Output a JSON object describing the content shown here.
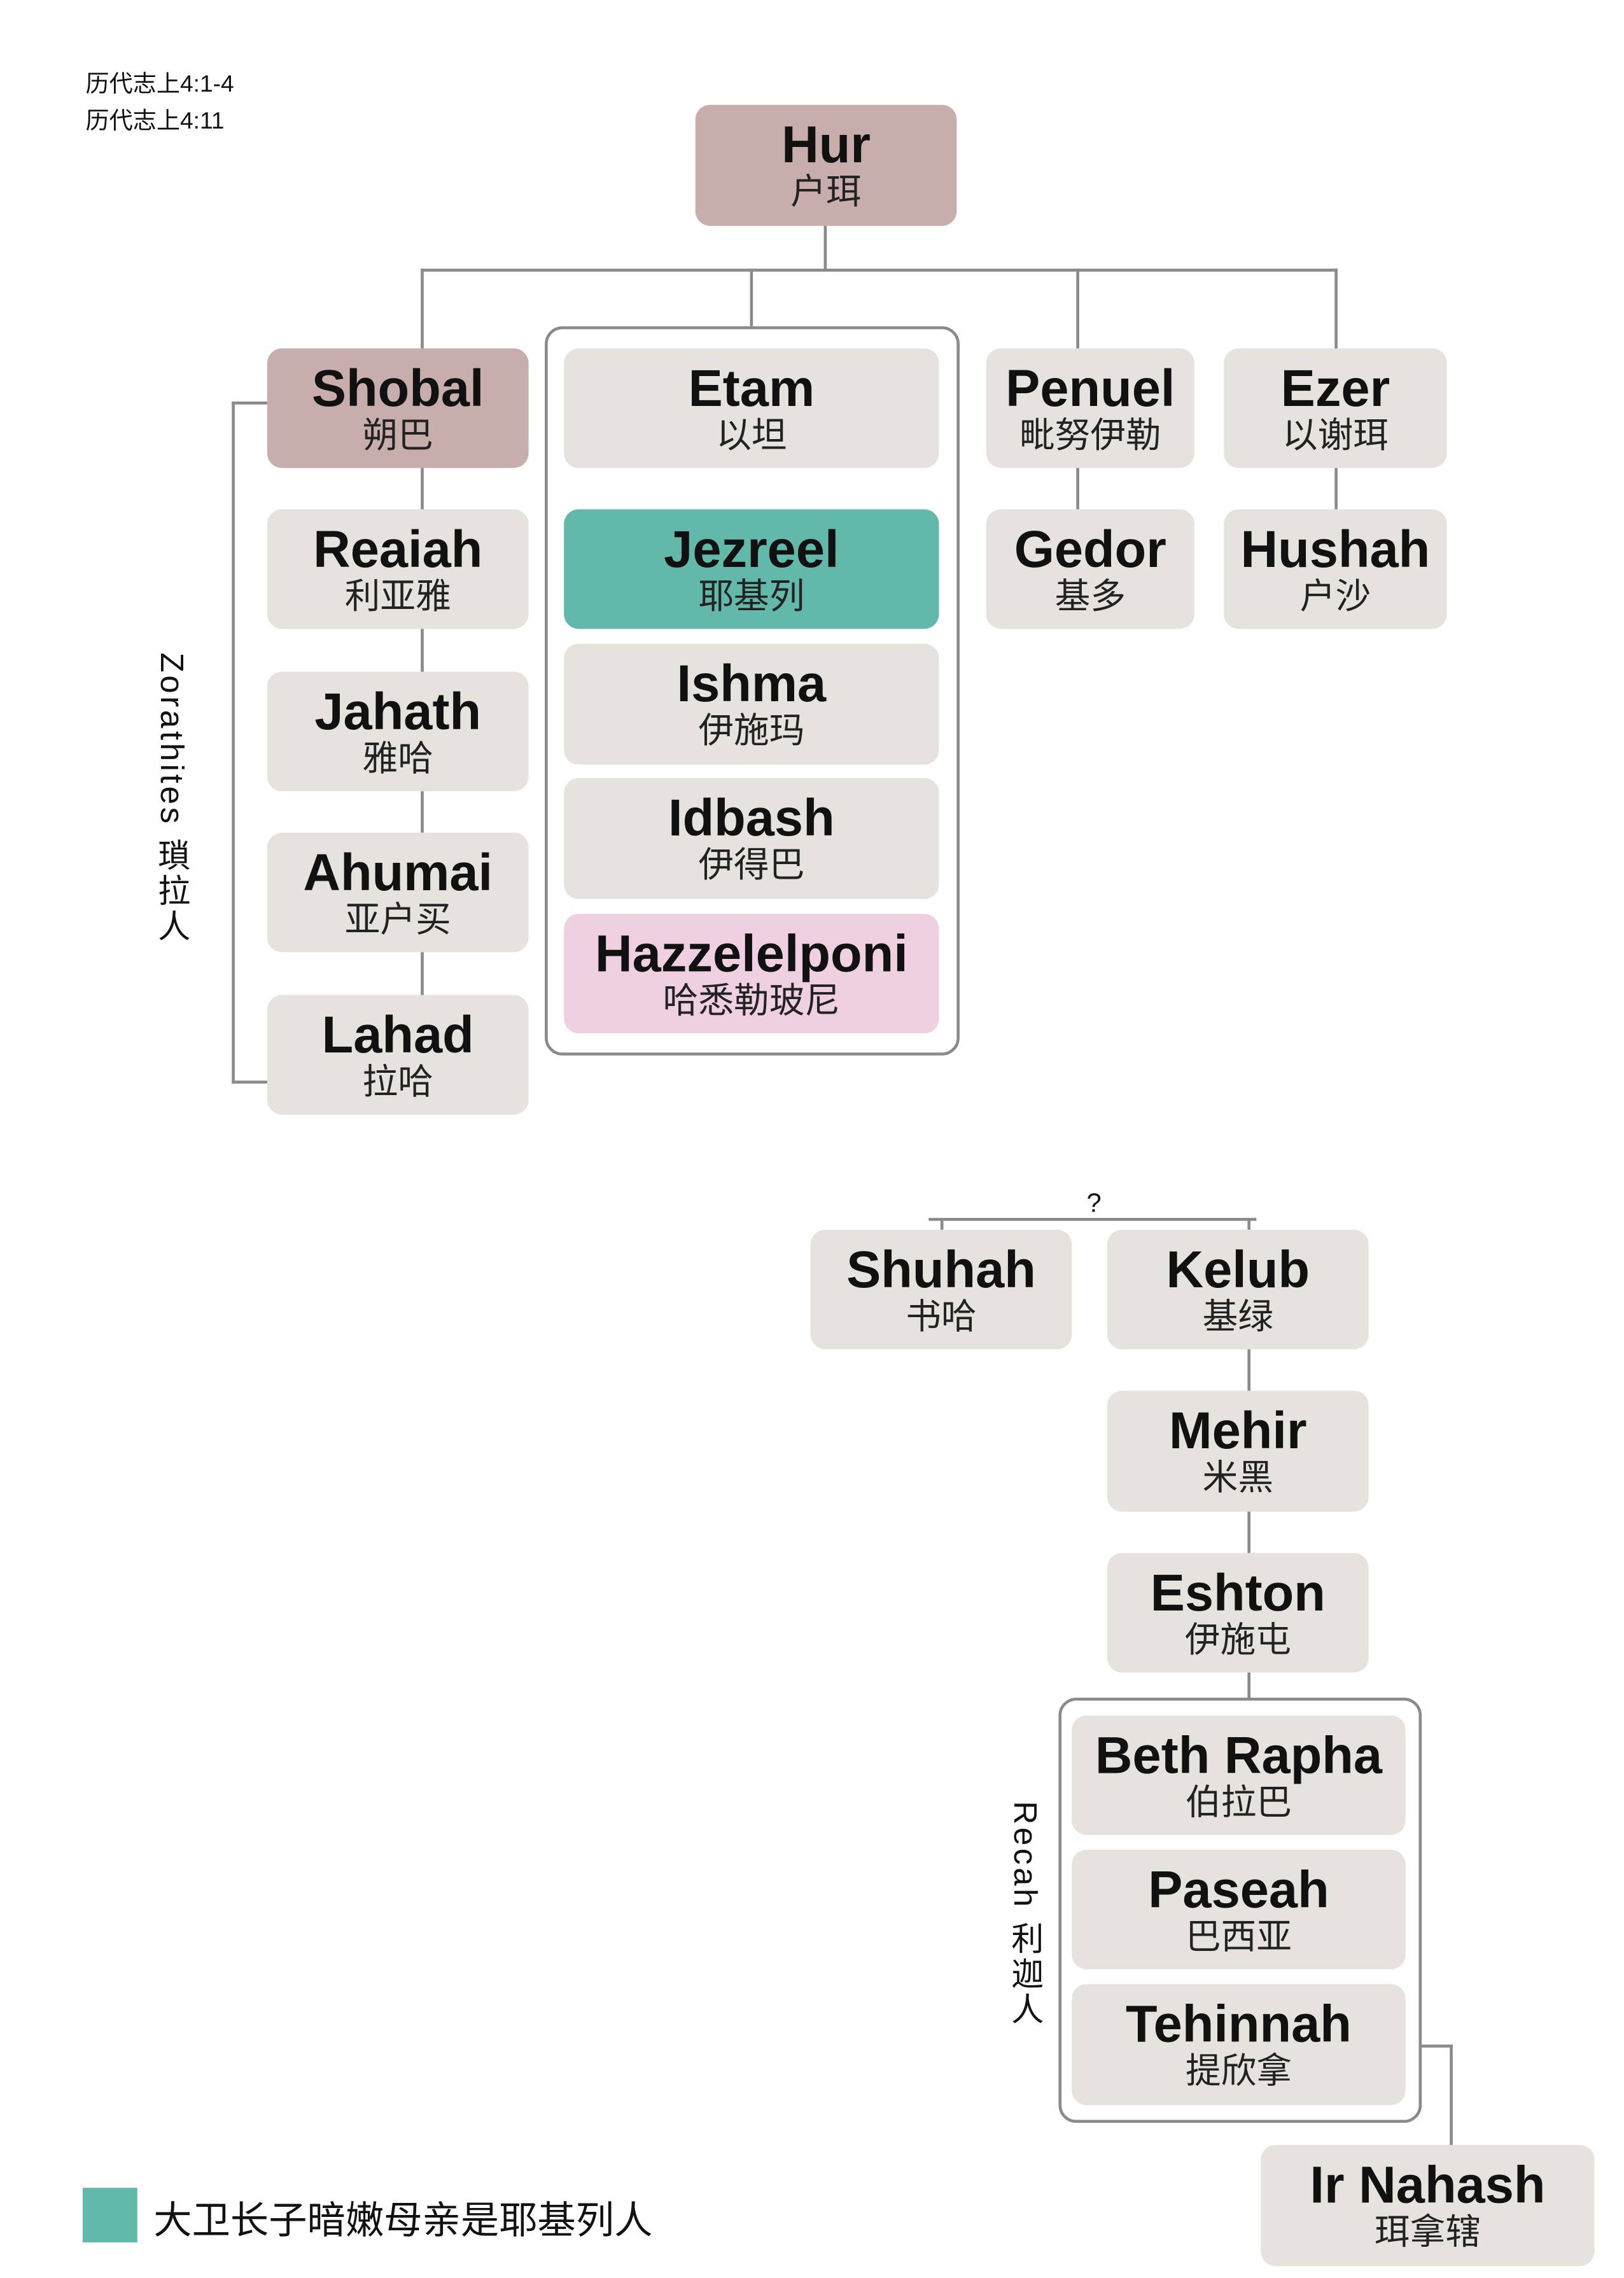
{
  "references": [
    "历代志上4:1-4",
    "历代志上4:11"
  ],
  "colors": {
    "root": "#c8adad",
    "default": "#e6e3df",
    "jezreel": "#62b8a9",
    "female": "#efd0e0",
    "line": "#8a8a8a"
  },
  "nodes": {
    "hur": {
      "en": "Hur",
      "zh": "户珥"
    },
    "shobal": {
      "en": "Shobal",
      "zh": "朔巴"
    },
    "reaiah": {
      "en": "Reaiah",
      "zh": "利亚雅"
    },
    "jahath": {
      "en": "Jahath",
      "zh": "雅哈"
    },
    "ahumai": {
      "en": "Ahumai",
      "zh": "亚户买"
    },
    "lahad": {
      "en": "Lahad",
      "zh": "拉哈"
    },
    "etam": {
      "en": "Etam",
      "zh": "以坦"
    },
    "jezreel": {
      "en": "Jezreel",
      "zh": "耶基列"
    },
    "ishma": {
      "en": "Ishma",
      "zh": "伊施玛"
    },
    "idbash": {
      "en": "Idbash",
      "zh": "伊得巴"
    },
    "hazzelelponi": {
      "en": "Hazzelelponi",
      "zh": "哈悉勒玻尼"
    },
    "penuel": {
      "en": "Penuel",
      "zh": "毗努伊勒"
    },
    "gedor": {
      "en": "Gedor",
      "zh": "基多"
    },
    "ezer": {
      "en": "Ezer",
      "zh": "以谢珥"
    },
    "hushah": {
      "en": "Hushah",
      "zh": "户沙"
    },
    "shuhah": {
      "en": "Shuhah",
      "zh": "书哈"
    },
    "kelub": {
      "en": "Kelub",
      "zh": "基绿"
    },
    "mehir": {
      "en": "Mehir",
      "zh": "米黑"
    },
    "eshton": {
      "en": "Eshton",
      "zh": "伊施屯"
    },
    "beth_rapha": {
      "en": "Beth Rapha",
      "zh": "伯拉巴"
    },
    "paseah": {
      "en": "Paseah",
      "zh": "巴西亚"
    },
    "tehinnah": {
      "en": "Tehinnah",
      "zh": "提欣拿"
    },
    "ir_nahash": {
      "en": "Ir Nahash",
      "zh": "珥拿辖"
    }
  },
  "group_labels": {
    "zorathites": "Zorathites  瑣拉人",
    "recah": "Recah  利迦人"
  },
  "uncertain_marker": "?",
  "legend": {
    "text": "大卫长子暗嫩母亲是耶基列人"
  }
}
